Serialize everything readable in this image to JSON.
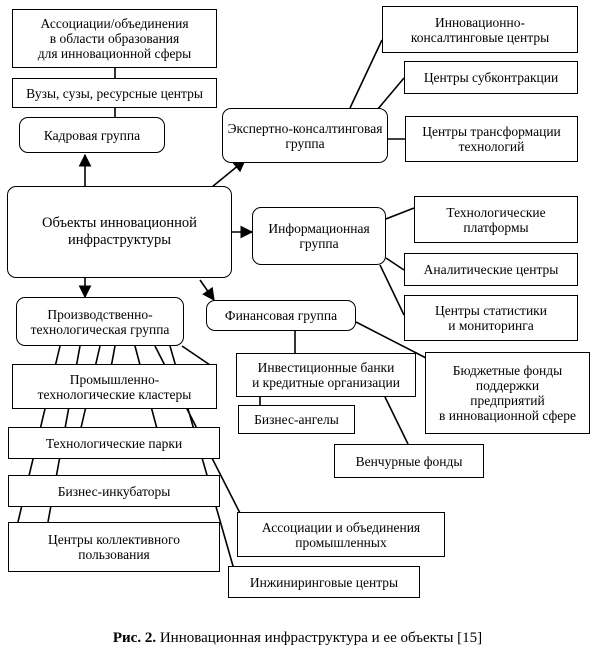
{
  "nodes": {
    "assoc_edu": "Ассоциации/объединения\nв области образования\nдля инновационной сферы",
    "vuz": "Вузы, сузы, ресурсные центры",
    "kadr": "Кадровая группа",
    "objects": "Объекты инновационной\nинфраструктуры",
    "prod_tech": "Производственно-\nтехнологическая группа",
    "prom_clusters": "Промышленно-\nтехнологические кластеры",
    "tech_parks": "Технологические парки",
    "biz_incub": "Бизнес-инкубаторы",
    "collective": "Центры коллективного\nпользования",
    "assoc_ind": "Ассоциации и объединения\nпромышленных",
    "engineering": "Инжиниринговые центры",
    "expert": "Экспертно-консалтинговая\nгруппа",
    "innov_consult": "Инновационно-\nконсалтинговые центры",
    "subcontract": "Центры субконтракции",
    "transform": "Центры трансформации\nтехнологий",
    "info": "Информационная\nгруппа",
    "tech_platforms": "Технологические\nплатформы",
    "analytic": "Аналитические центры",
    "stats": "Центры статистики\nи мониторинга",
    "finance": "Финансовая группа",
    "invest_banks": "Инвестиционные банки\nи кредитные организации",
    "budget_funds": "Бюджетные фонды\nподдержки\nпредприятий\nв инновационной сфере",
    "biz_angels": "Бизнес-ангелы",
    "venture": "Венчурные фонды"
  },
  "caption": {
    "label": "Рис. 2.",
    "text": " Инновационная инфраструктура и ее объекты [15]"
  }
}
